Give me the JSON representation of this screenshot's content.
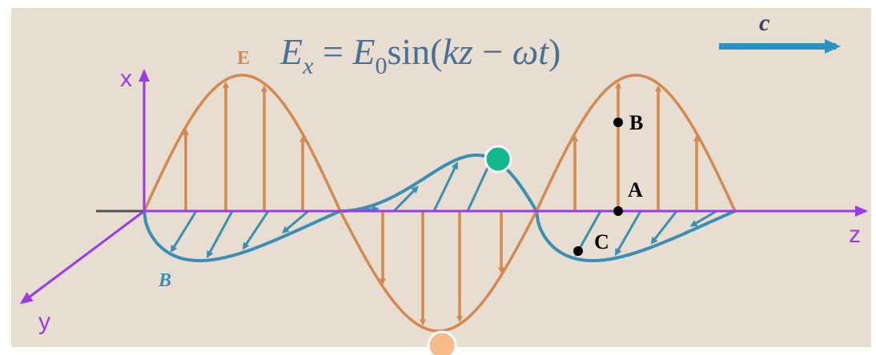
{
  "equation": {
    "E": "E",
    "x_sub": "x",
    "equals": "=",
    "E0_main": "E",
    "E0_sub": "0",
    "func": "sin(",
    "kz": "kz",
    "minus": "−",
    "wt": "ωt",
    "close": ")"
  },
  "labels": {
    "E": "E",
    "B_curve": "B",
    "c": "c",
    "x_axis": "x",
    "y_axis": "y",
    "z_axis": "z",
    "point_A": "A",
    "point_B": "B",
    "point_C": "C"
  },
  "colors": {
    "background": "#e7ddd0",
    "e_wave": "#d4894e",
    "b_wave": "#3a8fb2",
    "axis": "#9b3be6",
    "point": "#000000",
    "marker_top": "#13b98c",
    "marker_bottom": "#f7bb8a"
  }
}
